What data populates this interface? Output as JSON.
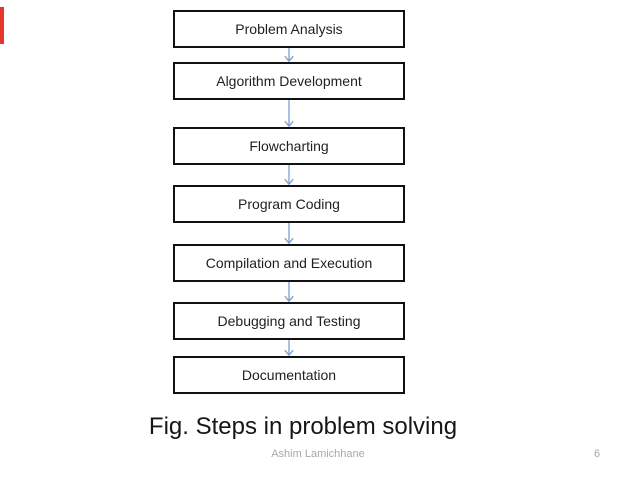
{
  "diagram": {
    "steps": [
      "Problem Analysis",
      "Algorithm Development",
      "Flowcharting",
      "Program Coding",
      "Compilation and Execution",
      "Debugging and Testing",
      "Documentation"
    ],
    "caption": "Fig. Steps in problem solving"
  },
  "footer": {
    "author": "Ashim Lamichhane",
    "page_number": "6"
  },
  "colors": {
    "accent": "#e5372b",
    "box_border": "#111111",
    "box_text": "#1f1f1f",
    "arrow": "#7da0cf",
    "caption_text": "#161616",
    "footer_text": "#a8a8a8"
  }
}
